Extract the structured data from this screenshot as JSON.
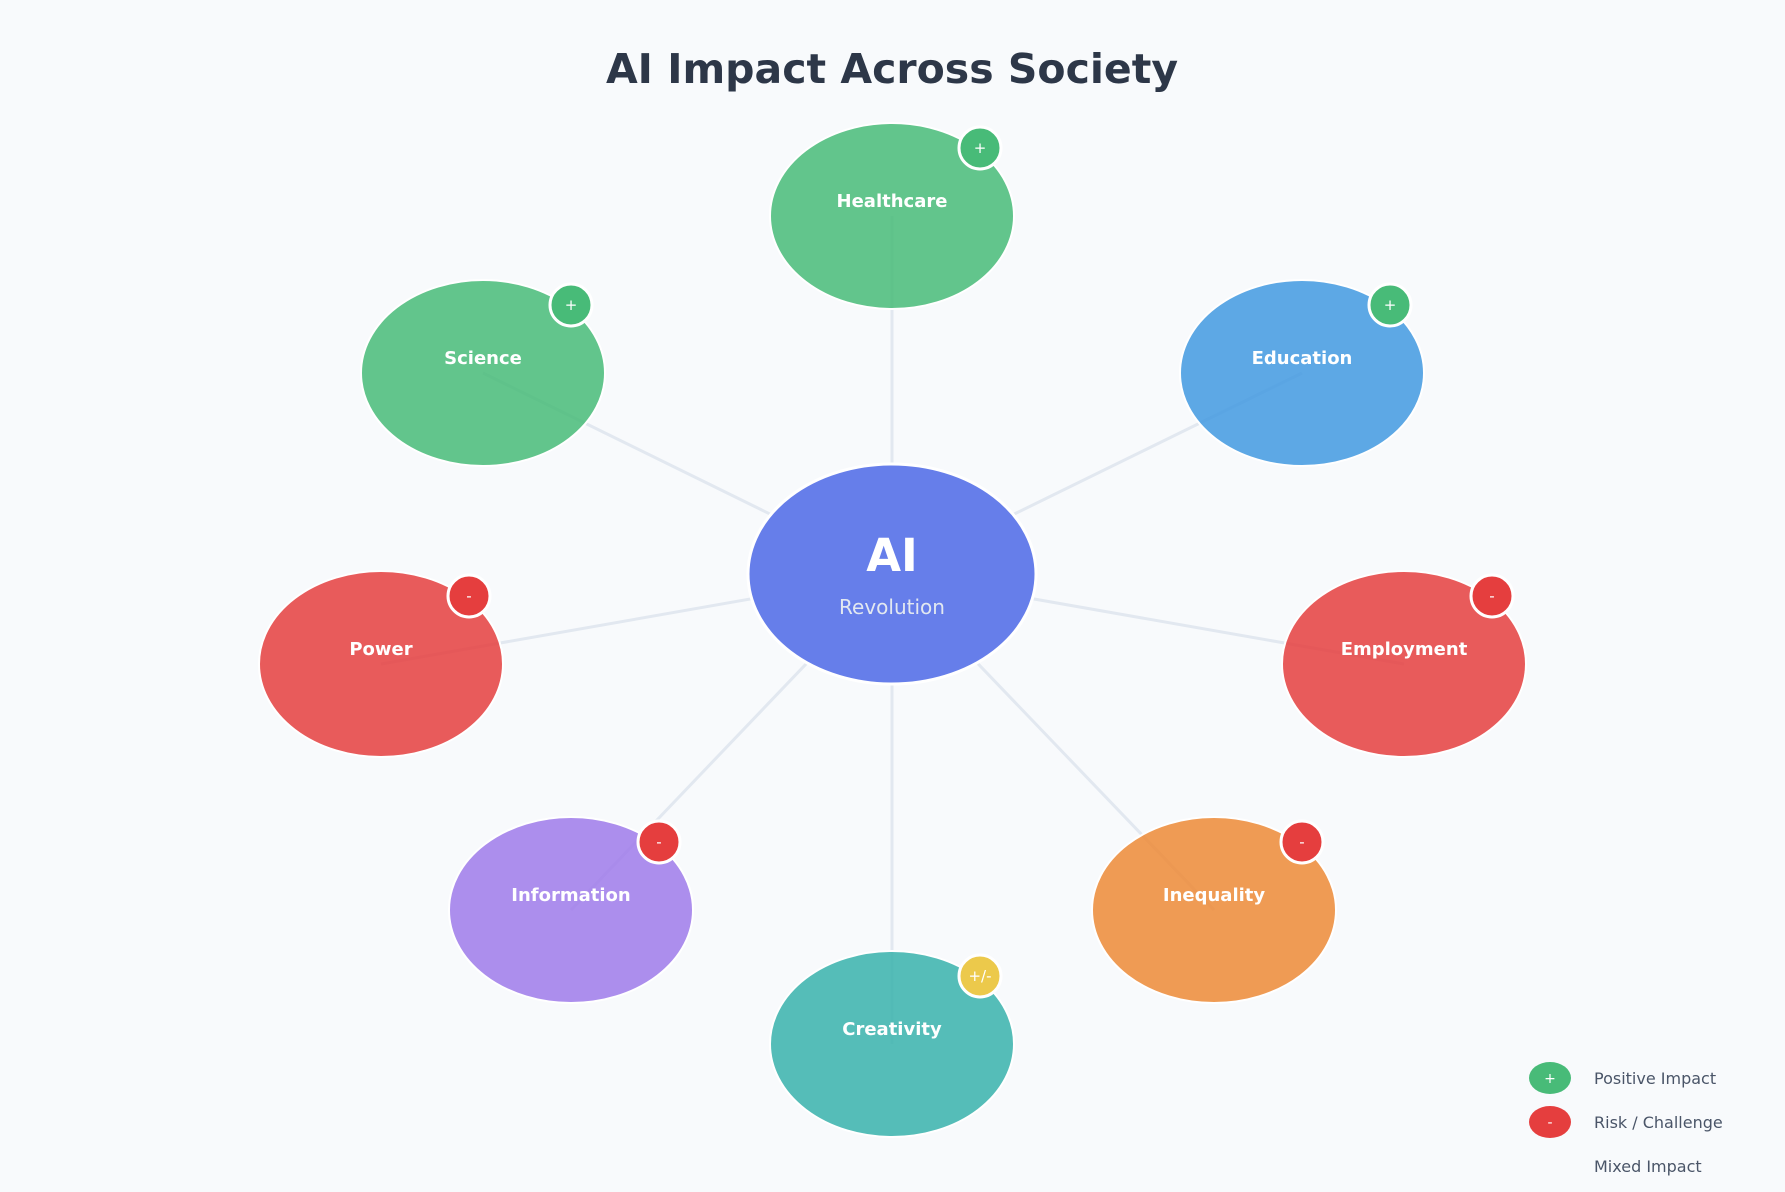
{
  "title": "AI Impact Across Society",
  "center": {
    "main": "AI",
    "sub": "Revolution",
    "color": "#667eea"
  },
  "nodes": [
    {
      "label": "Healthcare",
      "color": "#48bb78",
      "badge": "+",
      "badge_color": "#48bb78",
      "impact": "positive"
    },
    {
      "label": "Education",
      "color": "#4299e1",
      "badge": "+",
      "badge_color": "#48bb78",
      "impact": "positive"
    },
    {
      "label": "Employment",
      "color": "#e53e3e",
      "badge": "-",
      "badge_color": "#e53e3e",
      "impact": "risk"
    },
    {
      "label": "Inequality",
      "color": "#ed8936",
      "badge": "-",
      "badge_color": "#e53e3e",
      "impact": "risk"
    },
    {
      "label": "Creativity",
      "color": "#38b2ac",
      "badge": "+/-",
      "badge_color": "#ecc94b",
      "impact": "mixed"
    },
    {
      "label": "Information",
      "color": "#9f7aea",
      "badge": "-",
      "badge_color": "#e53e3e",
      "impact": "risk"
    },
    {
      "label": "Power",
      "color": "#e53e3e",
      "badge": "-",
      "badge_color": "#e53e3e",
      "impact": "risk"
    },
    {
      "label": "Science",
      "color": "#48bb78",
      "badge": "+",
      "badge_color": "#48bb78",
      "impact": "positive"
    }
  ],
  "legend": [
    {
      "symbol": "+",
      "label": "Positive Impact",
      "color": "#48bb78"
    },
    {
      "symbol": "-",
      "label": "Risk / Challenge",
      "color": "#e53e3e"
    },
    {
      "symbol": "",
      "label": "Mixed Impact",
      "color": "#ecc94b"
    }
  ],
  "colors": {
    "background": "#f8fafc",
    "connector": "#e2e8f0",
    "title": "#2d3748"
  }
}
